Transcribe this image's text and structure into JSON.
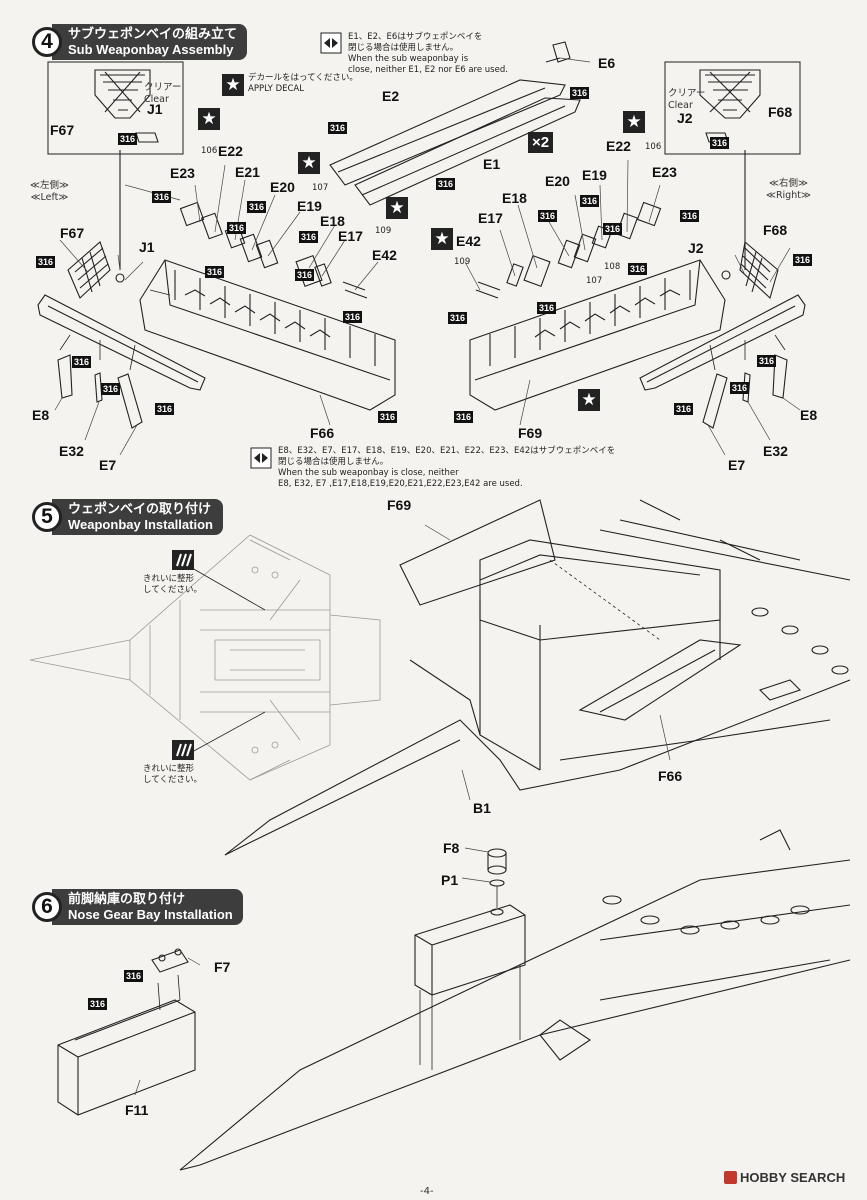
{
  "step4": {
    "number": "4",
    "title_jp": "サブウェポンベイの組み立て",
    "title_en": "Sub Weaponbay Assembly"
  },
  "step5": {
    "number": "5",
    "title_jp": "ウェポンベイの取り付け",
    "title_en": "Weaponbay Installation"
  },
  "step6": {
    "number": "6",
    "title_jp": "前脚納庫の取り付け",
    "title_en": "Nose Gear Bay Installation"
  },
  "note_top": {
    "jp1": "E1、E2、E6はサブウェポンベイを",
    "jp2": "閉じる場合は使用しません。",
    "en1": "When the sub weaponbay is",
    "en2": "close, neither E1, E2 nor E6 are used."
  },
  "note_mid": {
    "jp1": "E8、E32、E7、E17、E18、E19、E20、E21、E22、E23、E42はサブウェポンベイを",
    "jp2": "閉じる場合は使用しません。",
    "en1": "When the sub weaponbay is close, neither",
    "en2": "E8, E32, E7 ,E17,E18,E19,E20,E21,E22,E23,E42 are used."
  },
  "decal": {
    "jp": "デカールをはってください。",
    "en": "APPLY DECAL"
  },
  "clear": {
    "jp": "クリアー",
    "en": "Clear"
  },
  "side_left": {
    "jp": "≪左側≫",
    "en": "≪Left≫"
  },
  "side_right": {
    "jp": "≪右側≫",
    "en": "≪Right≫"
  },
  "clean": {
    "jp1": "きれいに整形",
    "jp2": "してください。"
  },
  "multiplier": "×2",
  "paint_code": "316",
  "decal_nums": {
    "n106": "106",
    "n107": "107",
    "n108": "108",
    "n109": "109"
  },
  "parts": {
    "E1": "E1",
    "E2": "E2",
    "E6": "E6",
    "F67": "F67",
    "J1": "J1",
    "J2": "J2",
    "F68": "F68",
    "E23": "E23",
    "E22": "E22",
    "E21": "E21",
    "E20": "E20",
    "E19": "E19",
    "E18": "E18",
    "E17": "E17",
    "E42": "E42",
    "E8": "E8",
    "E32": "E32",
    "E7": "E7",
    "F66": "F66",
    "F69": "F69",
    "B1": "B1",
    "F8": "F8",
    "P1": "P1",
    "F7": "F7",
    "F11": "F11"
  },
  "page_number": "-4-",
  "watermark": "HOBBY SEARCH"
}
